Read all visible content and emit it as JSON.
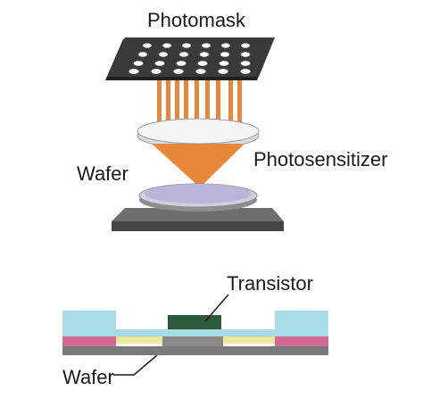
{
  "labels": {
    "photomask": "Photomask",
    "wafer_top": "Wafer",
    "photosensitizer": "Photosensitizer",
    "transistor": "Transistor",
    "wafer_bottom": "Wafer"
  },
  "colors": {
    "photomask": "#3a3a3a",
    "mask_holes": "#ffffff",
    "light_beams": "#e8873a",
    "lens": "#f4f4f4",
    "light_cone": "#e8873a",
    "wafer_disc": "#b9b6d8",
    "stage": "#595959",
    "cross_section_top": "#a9dbe6",
    "cross_section_pink": "#d06a93",
    "cross_section_yellow": "#efe9a0",
    "cross_section_base": "#7a7a7a",
    "transistor": "#2d5a3a"
  }
}
